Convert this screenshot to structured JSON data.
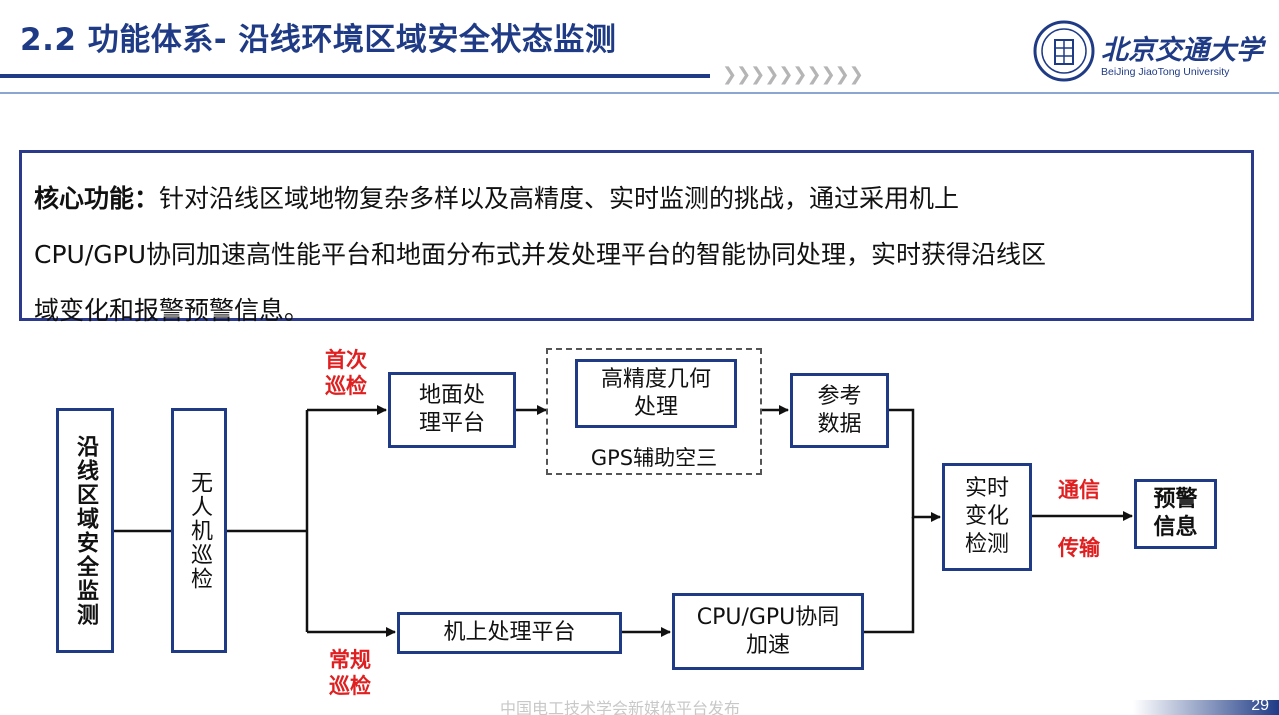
{
  "header": {
    "title": "2.2 功能体系- 沿线环境区域安全状态监测",
    "chevrons": "❯❯❯❯❯❯❯❯❯❯"
  },
  "logo": {
    "name_cn": "北京交通大学",
    "name_en": "BeiJing JiaoTong University"
  },
  "core": {
    "label": "核心功能：",
    "line1": "针对沿线区域地物复杂多样以及高精度、实时监测的挑战，通过采用机上",
    "line2": "CPU/GPU协同加速高性能平台和地面分布式并发处理平台的智能协同处理，实时获得沿线区",
    "line3": "域变化和报警预警信息。"
  },
  "diagram": {
    "source": "沿线区域安全监测",
    "uav": "无人机巡检",
    "first_inspection_1": "首次",
    "first_inspection_2": "巡检",
    "ground_platform_1": "地面处",
    "ground_platform_2": "理平台",
    "geometry_1": "高精度几何",
    "geometry_2": "处理",
    "gps": "GPS辅助空三",
    "reference_1": "参考",
    "reference_2": "数据",
    "routine_1": "常规",
    "routine_2": "巡检",
    "onboard": "机上处理平台",
    "cpu_gpu_1": "CPU/GPU协同",
    "cpu_gpu_2": "加速",
    "change_1": "实时",
    "change_2": "变化",
    "change_3": "检测",
    "comm_1": "通信",
    "comm_2": "传输",
    "warning_1": "预警",
    "warning_2": "信息"
  },
  "footer": {
    "watermark": "中国电工技术学会新媒体平台发布",
    "page": "29"
  },
  "colors": {
    "brand": "#1f3b86",
    "accent_red": "#e02020"
  }
}
